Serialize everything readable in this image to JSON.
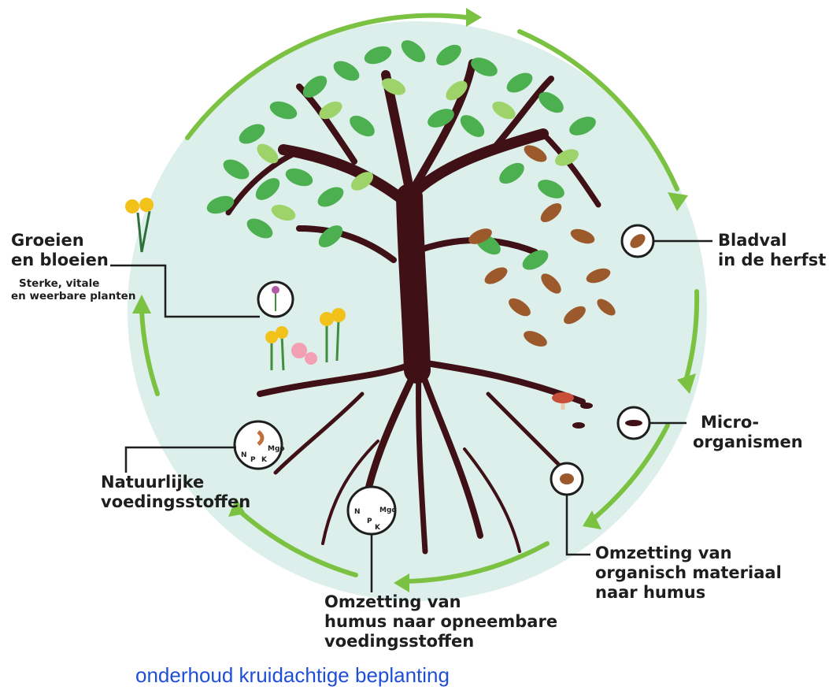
{
  "labels": {
    "groeien_title": "Groeien",
    "groeien_title2": "en bloeien",
    "groeien_sub1": "Sterke, vitale",
    "groeien_sub2": "en weerbare planten",
    "bladval_1": "Bladval",
    "bladval_2": "in de herfst",
    "micro_1": "Micro-",
    "micro_2": "organismen",
    "omzetting_org_1": "Omzetting van",
    "omzetting_org_2": "organisch materiaal",
    "omzetting_org_3": "naar humus",
    "omzetting_hum_1": "Omzetting van",
    "omzetting_hum_2": "humus naar opneembare",
    "omzetting_hum_3": "voedingsstoffen",
    "natuur_1": "Natuurlijke",
    "natuur_2": "voedingsstoffen"
  },
  "nutrient_symbols": {
    "left": [
      "N",
      "P",
      "K",
      "Mgo"
    ],
    "bottom": [
      "N",
      "P",
      "K",
      "Mgo"
    ]
  },
  "caption": "onderhoud kruidachtige beplanting",
  "colors": {
    "cycle_arrow": "#7cc242",
    "background_disc": "#dcefea",
    "trunk": "#3f1116",
    "leaf_green": "#4caf50",
    "leaf_brown": "#9c5a2c",
    "caption": "#1f4fd6"
  }
}
